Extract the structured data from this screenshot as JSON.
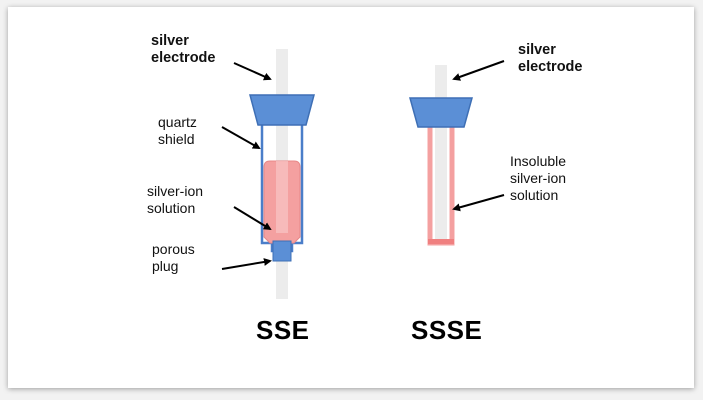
{
  "colors": {
    "shield_blue": "#4a7ec9",
    "cap_blue": "#5b8fd6",
    "cap_stroke": "#3e6fb5",
    "silver": "#e8e8e8",
    "solution_pink": "#f4a0a0",
    "solution_stroke": "#e88888",
    "arrow": "#000000"
  },
  "sse": {
    "label_silver_electrode": "silver\nelectrode",
    "label_quartz_shield": "quartz\nshield",
    "label_silver_ion_solution": "silver-ion\nsolution",
    "label_porous_plug": "porous\nplug",
    "title": "SSE"
  },
  "ssse": {
    "label_silver_electrode": "silver\nelectrode",
    "label_insoluble_solution": "Insoluble\nsilver-ion\nsolution",
    "title": "SSSE"
  }
}
